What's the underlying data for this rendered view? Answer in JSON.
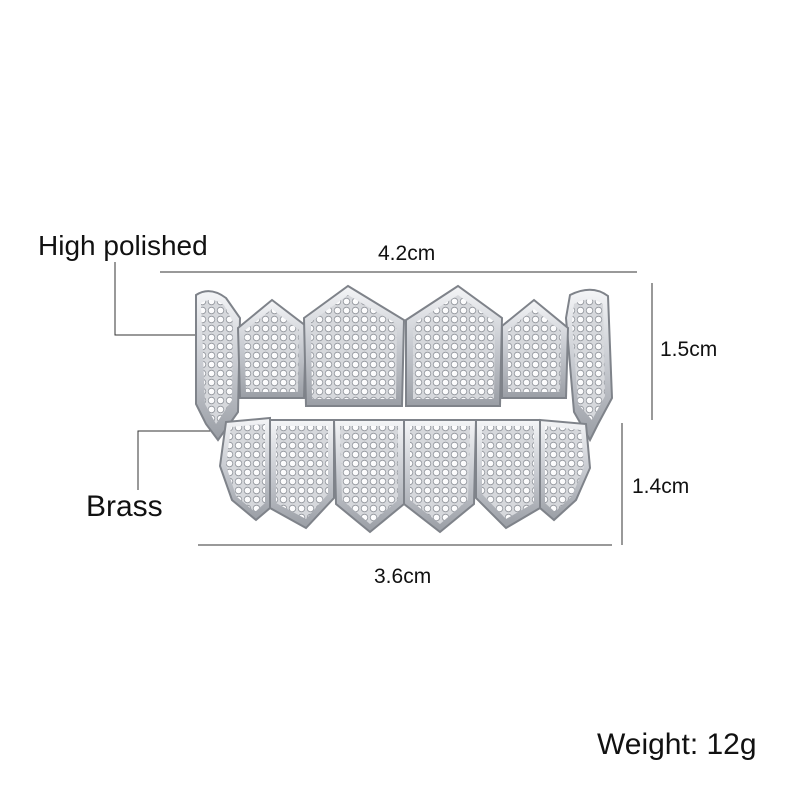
{
  "labels": {
    "material_top": "High polished",
    "material_bottom": "Brass",
    "top_width": "4.2cm",
    "top_height": "1.5cm",
    "bottom_height": "1.4cm",
    "bottom_width": "3.6cm",
    "weight": "Weight: 12g"
  },
  "colors": {
    "background": "#ffffff",
    "text": "#111111",
    "metal": "#c9ccd1",
    "metal_edge": "#8d9096",
    "stone": "#f2f3f5"
  }
}
